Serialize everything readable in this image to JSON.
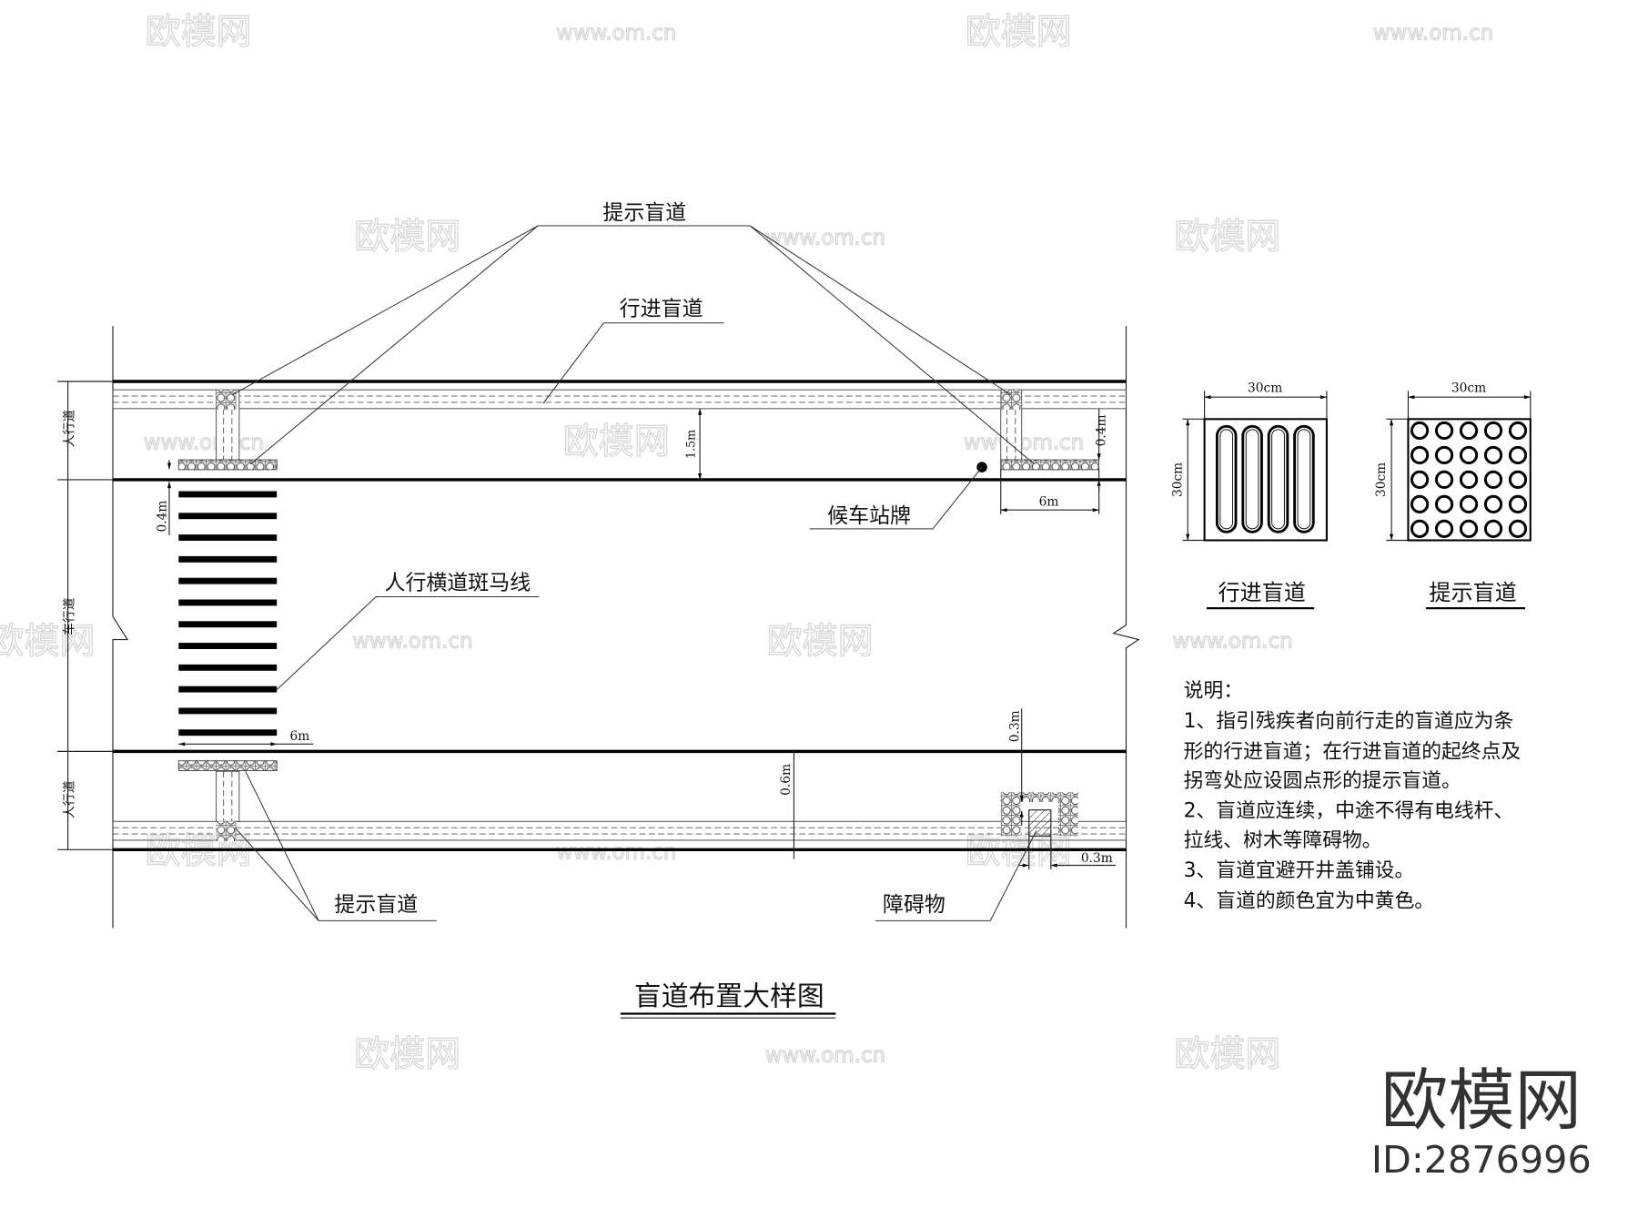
{
  "drawing": {
    "title": "盲道布置大样图",
    "labels": {
      "warning_top": "提示盲道",
      "guide_top": "行进盲道",
      "bus_stop": "候车站牌",
      "zebra": "人行横道斑马线",
      "warning_bottom": "提示盲道",
      "obstacle": "障碍物",
      "sidewalk_top": "人行道",
      "roadway": "车行道",
      "sidewalk_bottom": "人行道"
    },
    "dimensions": {
      "d_1_5m": "1.5m",
      "d_0_4m_right": "0.4m",
      "d_6m_right": "6m",
      "d_0_4m_left": "0.4m",
      "d_6m_bottom": "6m",
      "d_0_6m": "0.6m",
      "d_0_3m_top": "0.3m",
      "d_0_3m_side": "0.3m"
    },
    "zebra_stripe_count": 12
  },
  "tiles": {
    "guide": {
      "label": "行进盲道",
      "width": "30cm",
      "height": "30cm",
      "bars": 4
    },
    "warning": {
      "label": "提示盲道",
      "width": "30cm",
      "height": "30cm",
      "dots_rows": 5,
      "dots_cols": 5
    }
  },
  "notes": {
    "heading": "说明：",
    "lines": [
      "1、指引残疾者向前行走的盲道应为条",
      "形的行进盲道；在行进盲道的起终点及",
      "拐弯处应设圆点形的提示盲道。",
      "2、盲道应连续，中途不得有电线杆、",
      "拉线、树木等障碍物。",
      "3、盲道宜避开井盖铺设。",
      "4、盲道的颜色宜为中黄色。"
    ]
  },
  "watermark": {
    "brand": "欧模网",
    "site": "www.om.cn",
    "id": "ID:2876996"
  }
}
